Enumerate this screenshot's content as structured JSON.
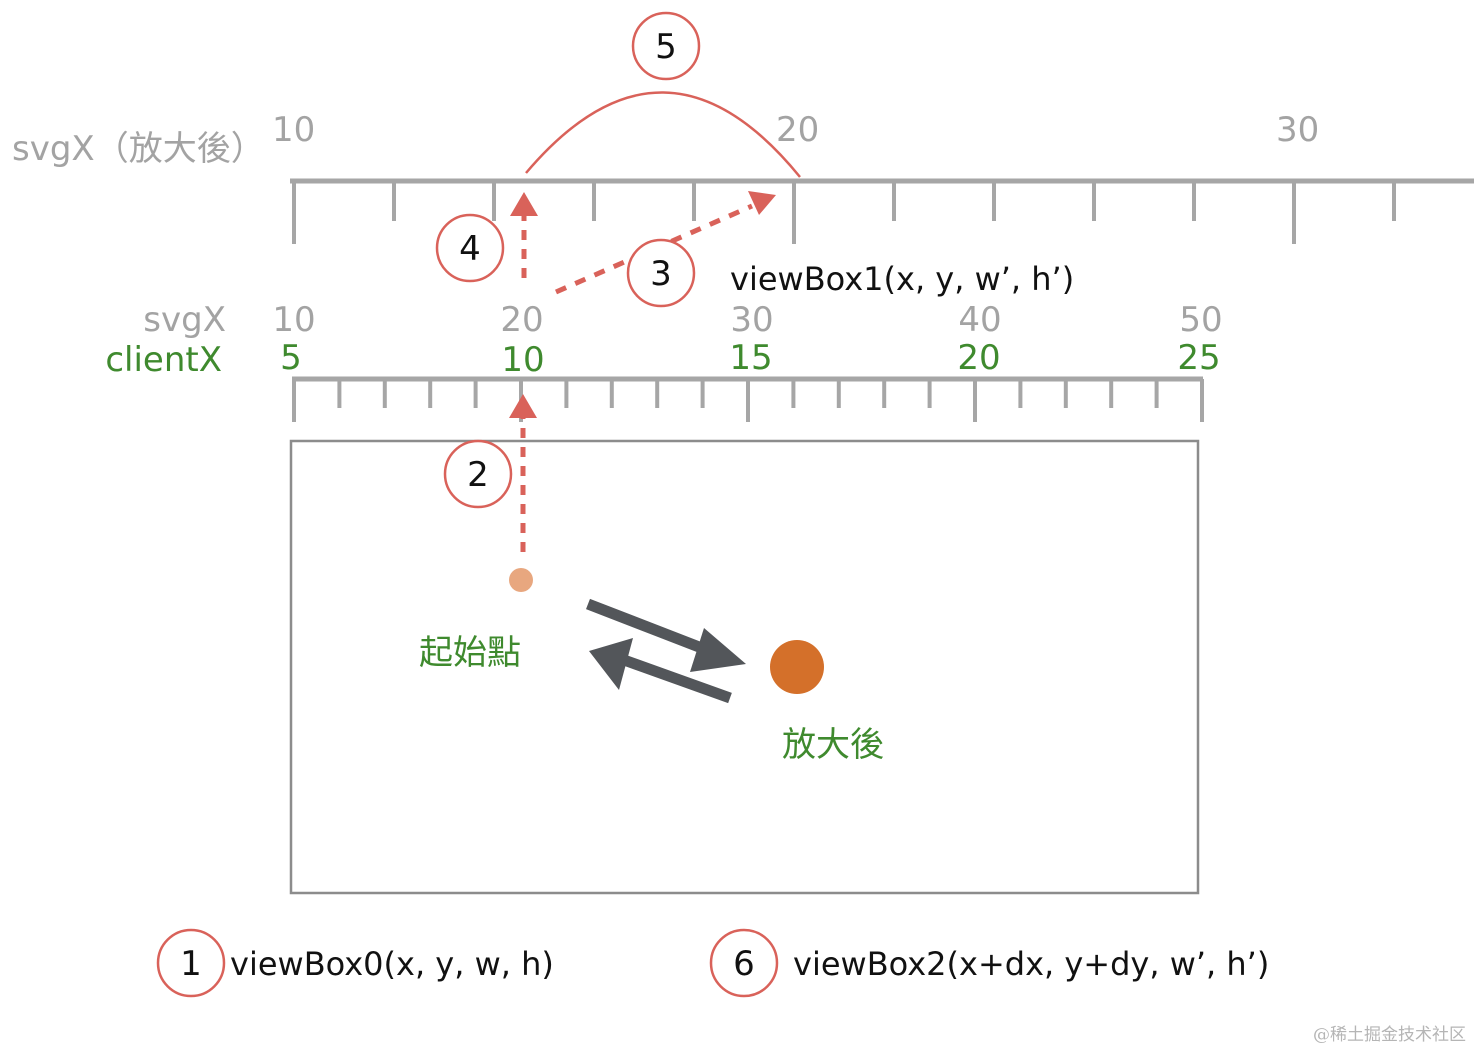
{
  "zoomed_axis": {
    "label": "svgX（放大後）",
    "tick_labels": [
      "10",
      "20",
      "30"
    ]
  },
  "base_axis": {
    "svg_label": "svgX",
    "client_label": "clientX",
    "svg_tick_labels": [
      "10",
      "20",
      "30",
      "40",
      "50"
    ],
    "client_tick_labels": [
      "5",
      "10",
      "15",
      "20",
      "25"
    ]
  },
  "steps": {
    "s1": "1",
    "s2": "2",
    "s3": "3",
    "s4": "4",
    "s5": "5",
    "s6": "6"
  },
  "viewbox_labels": {
    "vb0": "viewBox0(x, y, w, h)",
    "vb1": "viewBox1(x, y, w’, h’)",
    "vb2": "viewBox2(x+dx, y+dy, w’, h’)"
  },
  "points": {
    "start_label": "起始點",
    "zoomed_label": "放大後"
  },
  "colors": {
    "accent_red": "#d9625a",
    "label_green": "#3f8a2e",
    "axis_gray": "#a6a6a6",
    "arrow_dark": "#53565a",
    "point_light": "#e8a77f",
    "point_orange": "#d4702a"
  },
  "watermark": "@稀土掘金技术社区"
}
